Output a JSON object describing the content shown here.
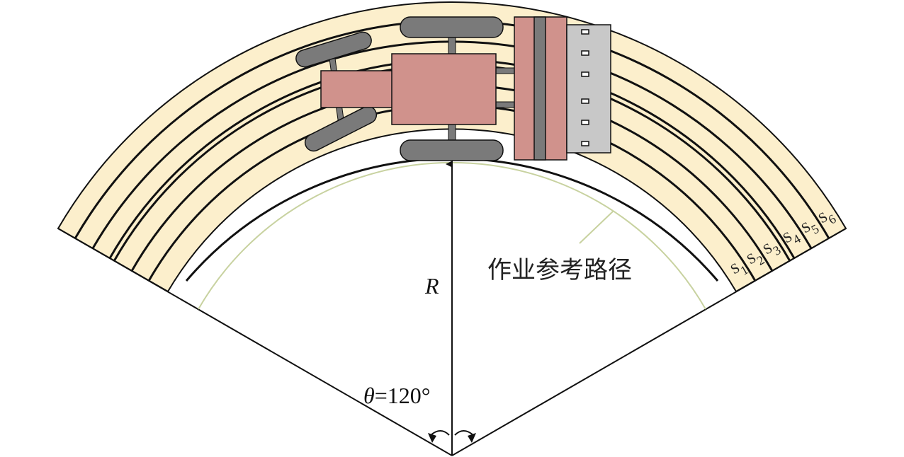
{
  "path_label": "作业参考路径",
  "radius_label": "R",
  "angle_symbol": "θ",
  "angle_value": "=120°",
  "strips": [
    {
      "letter": "S",
      "index": "1"
    },
    {
      "letter": "S",
      "index": "2"
    },
    {
      "letter": "S",
      "index": "3"
    },
    {
      "letter": "S",
      "index": "4"
    },
    {
      "letter": "S",
      "index": "5"
    },
    {
      "letter": "S",
      "index": "6"
    }
  ],
  "colors": {
    "strip_fill": "#fcefcc",
    "ref_path": "#c8d2a0",
    "tractor_body": "#d0928c",
    "tire": "#7a7a7a",
    "implement": "#c8c8c8",
    "line": "#111111"
  }
}
